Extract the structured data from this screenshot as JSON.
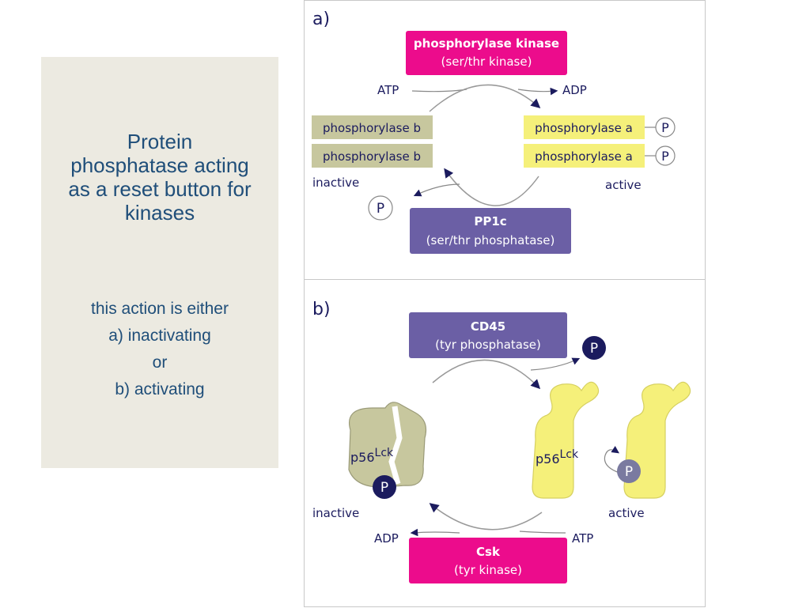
{
  "side": {
    "title": [
      "Protein",
      "phosphatase acting",
      "as a reset button for",
      "kinases"
    ],
    "subtitle": [
      "this action is either",
      "a) inactivating",
      "or",
      "b) activating"
    ]
  },
  "panel_a": {
    "label": "a)",
    "kinase_name": "phosphorylase kinase",
    "kinase_type": "(ser/thr kinase)",
    "atp": "ATP",
    "adp": "ADP",
    "inactive_substrate": "phosphorylase b",
    "active_substrate": "phosphorylase a",
    "phosphate": "P",
    "inactive": "inactive",
    "active": "active",
    "phosphatase_name": "PP1c",
    "phosphatase_type": "(ser/thr phosphatase)"
  },
  "panel_b": {
    "label": "b)",
    "phosphatase_name": "CD45",
    "phosphatase_type": "(tyr phosphatase)",
    "phosphate": "P",
    "protein_base": "p56",
    "protein_sup": "Lck",
    "inactive": "inactive",
    "active": "active",
    "adp": "ADP",
    "atp": "ATP",
    "kinase_name": "Csk",
    "kinase_type": "(tyr kinase)"
  },
  "colors": {
    "side_bg": "#eceae1",
    "side_text": "#1f4e79",
    "kinase_magenta": "#ec0c8c",
    "phosphatase_purple": "#6b5fa5",
    "inactive_olive": "#c7c79e",
    "active_yellow": "#f5f07a",
    "navy": "#1b1b5e"
  }
}
